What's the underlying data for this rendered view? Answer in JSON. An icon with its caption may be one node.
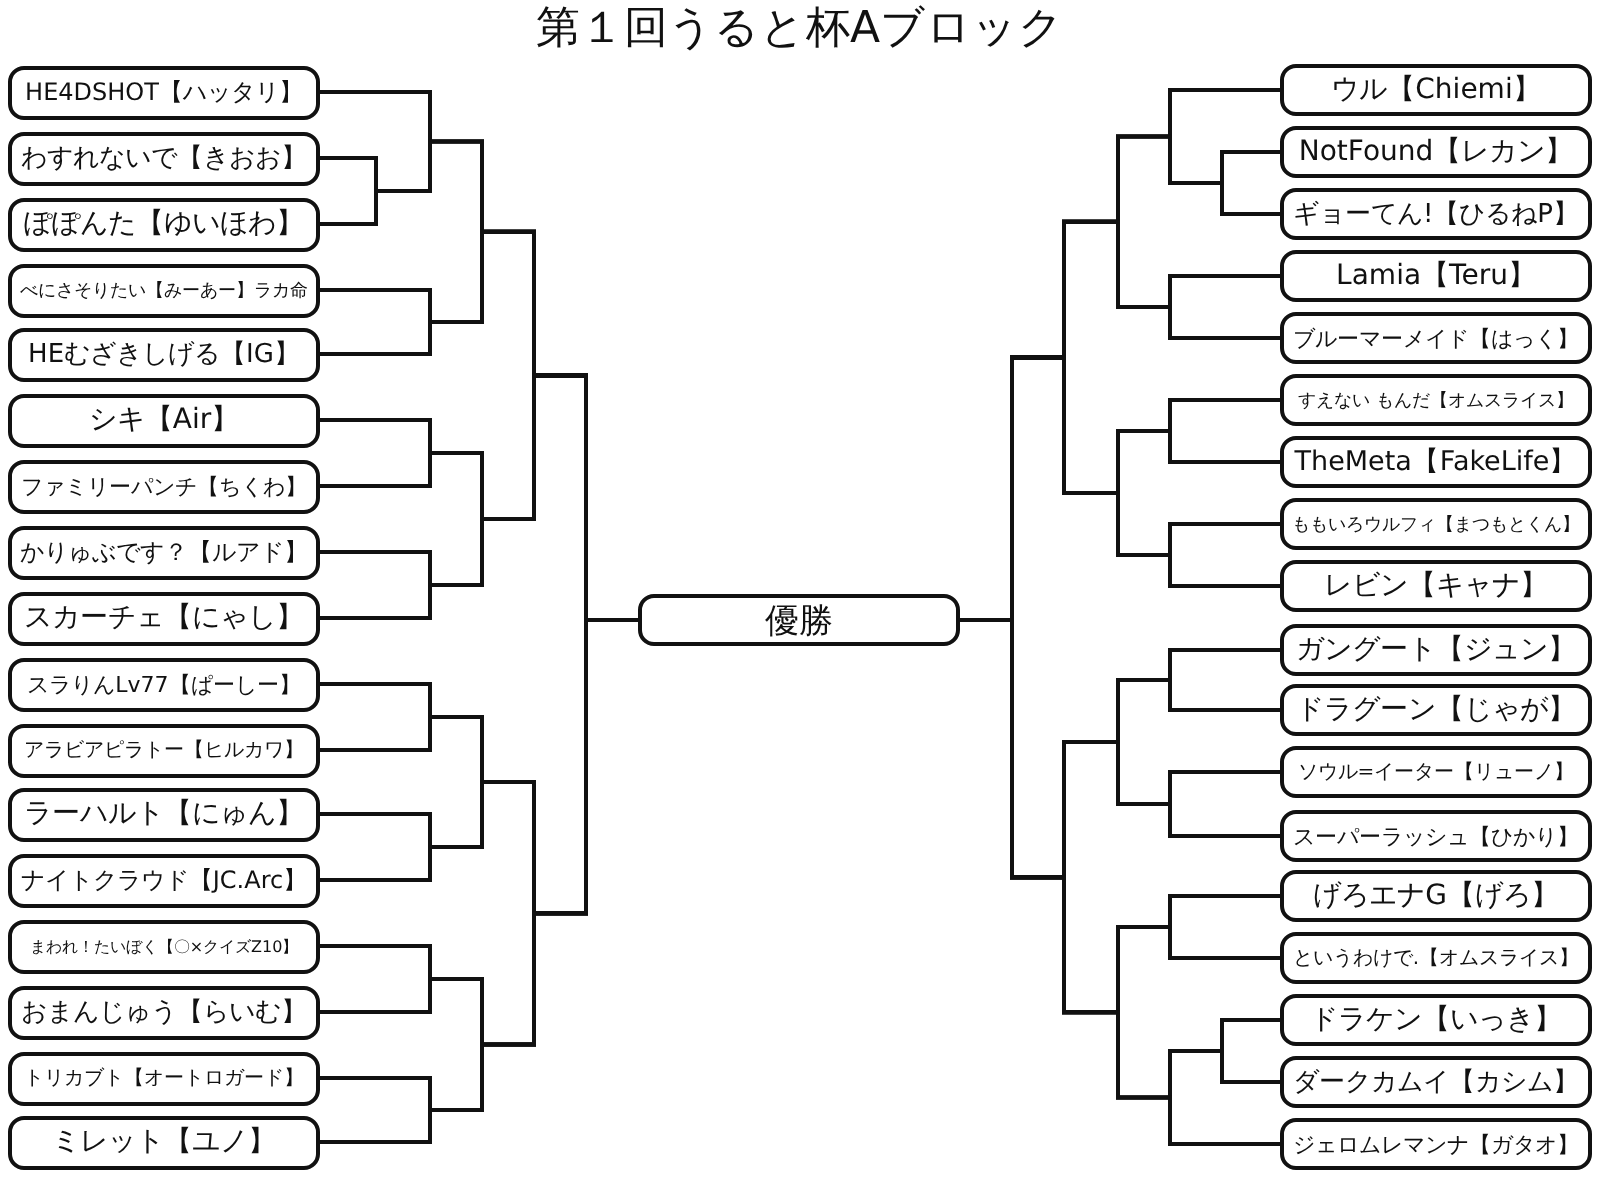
{
  "diagram": {
    "title": "第１回うると杯Aブロック",
    "nodes": [
      {
        "text": [
          "HE4DSHOT【ハッタリ】"
        ]
      },
      {
        "text": [
          "わすれないで【きおお】"
        ]
      },
      {
        "text": [
          "ぽぽんた【ゆいほわ】"
        ]
      },
      {
        "text": [
          "べにさそりたい【みーあー】ラカ命"
        ]
      },
      {
        "text": [
          "HEむざきしげる【IG】"
        ]
      },
      {
        "text": [
          "シキ【Air】"
        ]
      },
      {
        "text": [
          "ファミリーパンチ【ちくわ】"
        ]
      },
      {
        "text": [
          "かりゅぶです？【ルアド】"
        ]
      },
      {
        "text": [
          "スカーチェ【にゃし】"
        ]
      },
      {
        "text": [
          "スラりんLv77【ぱーしー】"
        ]
      },
      {
        "text": [
          "アラビアピラトー【ヒルカワ】"
        ]
      },
      {
        "text": [
          "ラーハルト【にゅん】"
        ]
      },
      {
        "text": [
          "ナイトクラウド【JC.Arc】"
        ]
      },
      {
        "text": [
          "まわれ！たいぼく【〇×クイズZ10】"
        ]
      },
      {
        "text": [
          "おまんじゅう【らいむ】"
        ]
      },
      {
        "text": [
          "トリカブト【オートロガード】"
        ]
      },
      {
        "text": [
          "ミレット【ユノ】"
        ]
      },
      {
        "text": [
          "優勝"
        ]
      },
      {
        "text": [
          "ウル【Chiemi】"
        ]
      },
      {
        "text": [
          "NotFound【レカン】"
        ]
      },
      {
        "text": [
          "ギョーてん!【ひるねP】"
        ]
      },
      {
        "text": [
          "Lamia【Teru】"
        ]
      },
      {
        "text": [
          "ブルーマーメイド【はっく】"
        ]
      },
      {
        "text": [
          "すえない もんだ【オムスライス】"
        ]
      },
      {
        "text": [
          "TheMeta【FakeLife】"
        ]
      },
      {
        "text": [
          "ももいろウルフィ【まつもとくん】"
        ]
      },
      {
        "text": [
          "レビン【キャナ】"
        ]
      },
      {
        "text": [
          "ガングート【ジュン】"
        ]
      },
      {
        "text": [
          "ドラグーン【じゃが】"
        ]
      },
      {
        "text": [
          "ソウル=イーター【リューノ】"
        ]
      },
      {
        "text": [
          "スーパーラッシュ【ひかり】"
        ]
      },
      {
        "text": [
          "げろエナG【げろ】"
        ]
      },
      {
        "text": [
          "というわけで.【オムスライス】"
        ]
      },
      {
        "text": [
          "ドラケン【いっき】"
        ]
      },
      {
        "text": [
          "ダークカムイ【カシム】"
        ]
      },
      {
        "text": [
          "ジェロムレマンナ【ガタオ】"
        ]
      }
    ],
    "edges": [
      {
        "from": 0,
        "to": 17,
        "arrow": "none"
      },
      {
        "from": 1,
        "to": 17,
        "arrow": "none"
      },
      {
        "from": 2,
        "to": 17,
        "arrow": "none"
      },
      {
        "from": 3,
        "to": 17,
        "arrow": "none"
      },
      {
        "from": 4,
        "to": 17,
        "arrow": "none"
      },
      {
        "from": 5,
        "to": 17,
        "arrow": "none"
      },
      {
        "from": 6,
        "to": 17,
        "arrow": "none"
      },
      {
        "from": 7,
        "to": 17,
        "arrow": "none"
      },
      {
        "from": 8,
        "to": 17,
        "arrow": "none"
      },
      {
        "from": 9,
        "to": 17,
        "arrow": "none"
      },
      {
        "from": 10,
        "to": 17,
        "arrow": "none"
      },
      {
        "from": 11,
        "to": 17,
        "arrow": "none"
      },
      {
        "from": 12,
        "to": 17,
        "arrow": "none"
      },
      {
        "from": 13,
        "to": 17,
        "arrow": "none"
      },
      {
        "from": 14,
        "to": 17,
        "arrow": "none"
      },
      {
        "from": 15,
        "to": 17,
        "arrow": "none"
      },
      {
        "from": 16,
        "to": 17,
        "arrow": "none"
      },
      {
        "from": 18,
        "to": 17,
        "arrow": "none"
      },
      {
        "from": 19,
        "to": 17,
        "arrow": "none"
      },
      {
        "from": 20,
        "to": 17,
        "arrow": "none"
      },
      {
        "from": 21,
        "to": 17,
        "arrow": "none"
      },
      {
        "from": 22,
        "to": 17,
        "arrow": "none"
      },
      {
        "from": 23,
        "to": 17,
        "arrow": "none"
      },
      {
        "from": 24,
        "to": 17,
        "arrow": "none"
      },
      {
        "from": 25,
        "to": 17,
        "arrow": "none"
      },
      {
        "from": 26,
        "to": 17,
        "arrow": "none"
      },
      {
        "from": 27,
        "to": 17,
        "arrow": "none"
      },
      {
        "from": 28,
        "to": 17,
        "arrow": "none"
      },
      {
        "from": 29,
        "to": 17,
        "arrow": "none"
      },
      {
        "from": 30,
        "to": 17,
        "arrow": "none"
      },
      {
        "from": 31,
        "to": 17,
        "arrow": "none"
      },
      {
        "from": 32,
        "to": 17,
        "arrow": "none"
      },
      {
        "from": 33,
        "to": 17,
        "arrow": "none"
      },
      {
        "from": 34,
        "to": 17,
        "arrow": "none"
      },
      {
        "from": 35,
        "to": 17,
        "arrow": "none"
      }
    ]
  }
}
